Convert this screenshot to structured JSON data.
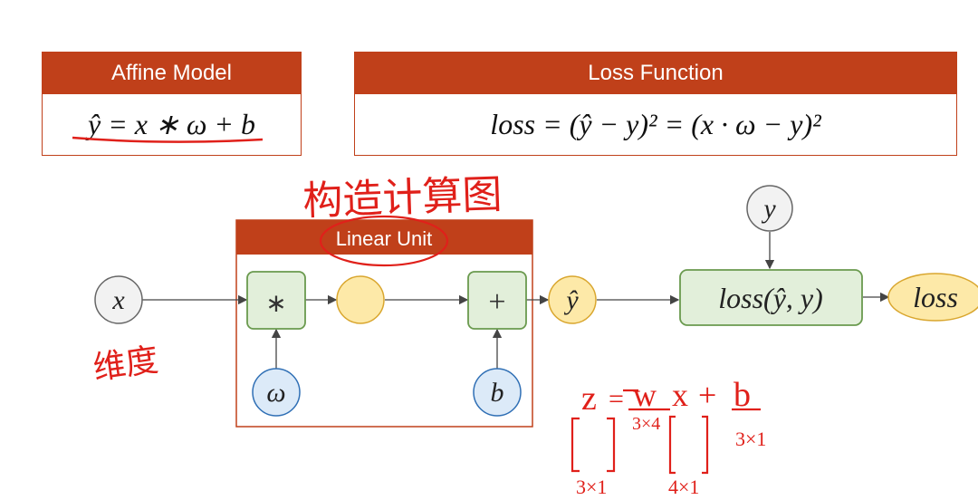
{
  "affine": {
    "title": "Affine Model",
    "formula": "ŷ = x ∗ ω + b"
  },
  "loss_function": {
    "title": "Loss Function",
    "formula": "loss = (ŷ − y)² = (x · ω − y)²"
  },
  "linear_unit": {
    "title": "Linear Unit"
  },
  "graph": {
    "input_x": "x",
    "weight": "ω",
    "bias": "b",
    "mul_op": "∗",
    "add_op": "+",
    "y_hat": "ŷ",
    "target_y": "y",
    "loss_node": "loss(ŷ, y)",
    "loss_out": "loss"
  },
  "annotations": {
    "title_handwriting": "构造计算图",
    "dimension_note": "维度",
    "eq_z": "z",
    "eq_eq": "=",
    "eq_w": "w",
    "eq_x": "x",
    "eq_plus": "+",
    "eq_b": "b",
    "w_dim": "3×4",
    "b_dim": "3×1",
    "z_dim": "3×1",
    "x_dim": "4×1"
  },
  "colors": {
    "header": "#c0401a",
    "op_fill": "#e2efda",
    "op_border": "#6a9a4e",
    "mid_fill": "#fde9a8",
    "mid_border": "#d9a62e",
    "param_fill": "#dceaf8",
    "param_border": "#2f6fb5",
    "ink_red": "#e0201a"
  }
}
